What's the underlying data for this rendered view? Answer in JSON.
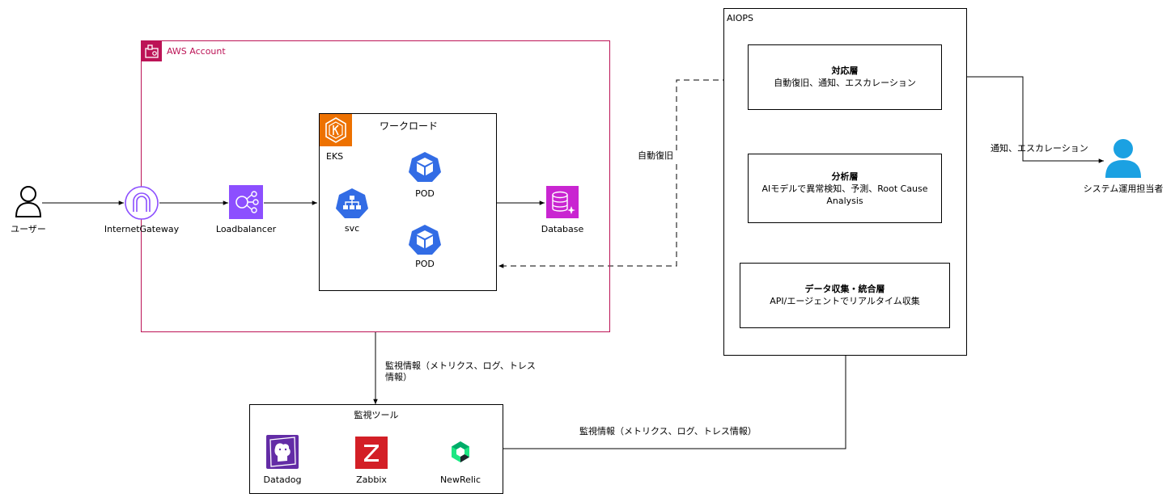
{
  "colors": {
    "aws_border": "#bc1356",
    "eks_orange": "#ed7100",
    "pod_blue": "#326ce5",
    "gateway_purple": "#8c4fff",
    "lb_purple": "#8c4fff",
    "db_magenta": "#c925d1",
    "user_blue": "#1ba1e2",
    "zabbix_red": "#d31f26",
    "datadog_purple": "#632ca6",
    "newrelic_green": "#1ce783"
  },
  "nodes": {
    "user": {
      "label": "ユーザー",
      "icon": "user-outline-icon"
    },
    "internet_gateway": {
      "label": "InternetGateway",
      "icon": "internet-gateway-icon"
    },
    "load_balancer": {
      "label": "Loadbalancer",
      "icon": "load-balancer-icon"
    },
    "svc": {
      "label": "svc",
      "icon": "k8s-service-icon"
    },
    "pod_top": {
      "label": "POD",
      "icon": "k8s-pod-icon"
    },
    "pod_bottom": {
      "label": "POD",
      "icon": "k8s-pod-icon"
    },
    "database": {
      "label": "Database",
      "icon": "database-icon"
    },
    "ops_user": {
      "label": "システム運用担当者",
      "icon": "user-filled-icon"
    }
  },
  "groups": {
    "aws_account": {
      "label": "AWS Account"
    },
    "workload": {
      "label": "ワークロード",
      "eks_label": "EKS"
    },
    "aiops": {
      "label": "AIOPS"
    },
    "monitoring": {
      "title": "監視ツール",
      "tools": [
        "Datadog",
        "Zabbix",
        "NewRelic"
      ]
    }
  },
  "layers": {
    "response": {
      "title": "対応層",
      "desc": "自動復旧、通知、エスカレーション"
    },
    "analysis": {
      "title": "分析層",
      "desc": "AIモデルで異常検知、予測、Root Cause Analysis"
    },
    "collection": {
      "title": "データ収集・統合層",
      "desc": "API/エージェントでリアルタイム収集"
    }
  },
  "edges": {
    "auto_recovery": "自動復旧",
    "monitoring_info_1": "監視情報（メトリクス、ログ、トレス情報）",
    "monitoring_info_2": "監視情報（メトリクス、ログ、トレス情報）",
    "notify": "通知、エスカレーション"
  }
}
